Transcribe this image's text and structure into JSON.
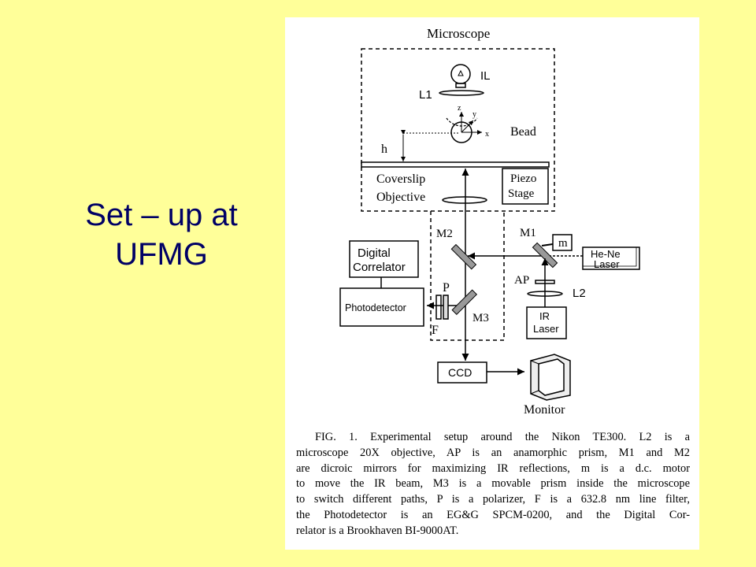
{
  "slide": {
    "title_line1": "Set – up at",
    "title_line2": "UFMG",
    "title_color": "#000066",
    "background": "#FFFF99"
  },
  "diagram": {
    "microscope": "Microscope",
    "il": "IL",
    "l1": "L1",
    "z": "z",
    "y": "y",
    "x": "x",
    "bead": "Bead",
    "h": "h",
    "coverslip": "Coverslip",
    "objective": "Objective",
    "piezo": "Piezo",
    "stage": "Stage",
    "m2": "M2",
    "m1": "M1",
    "m": "m",
    "he_ne": "He-Ne",
    "laser_top": "Laser",
    "digital": "Digital",
    "correlator": "Correlator",
    "ap": "AP",
    "l2": "L2",
    "p": "P",
    "photodetector": "Photodetector",
    "m3": "M3",
    "ir": "IR",
    "laser_bottom": "Laser",
    "f": "F",
    "ccd": "CCD",
    "monitor": "Monitor"
  },
  "caption": {
    "line1": "FIG. 1. Experimental setup around the Nikon TE300. L2 is a",
    "line2": "microscope 20X objective, AP is an anamorphic prism, M1 and M2",
    "line3": "are dicroic mirrors for maximizing IR reflections, m is a d.c. motor",
    "line4": "to move the IR beam, M3 is a movable prism inside the microscope",
    "line5": "to switch different paths, P is a polarizer, F is a 632.8 nm line filter,",
    "line6": "the Photodetector is an EG&G SPCM-0200, and the Digital Cor-",
    "line7": "relator is a Brookhaven BI-9000AT."
  }
}
